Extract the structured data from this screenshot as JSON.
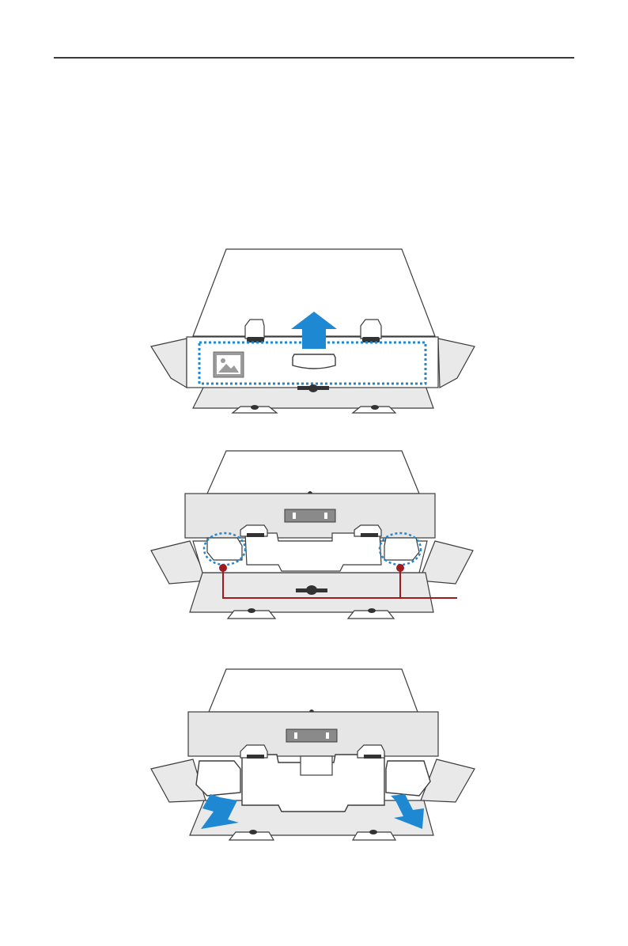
{
  "page": {
    "background": "#ffffff",
    "rule_color": "#3a3a3a"
  },
  "colors": {
    "outline": "#3c3c3c",
    "box_fill": "#ffffff",
    "box_shade": "#e6e6e6",
    "box_front": "#ececec",
    "accent_blue": "#1e88d2",
    "accent_red": "#9e1b1f",
    "label_gray": "#8a8a8a"
  },
  "steps": [
    {
      "icon": "arrow-up-icon",
      "highlight": "front-panel-dotted-outline"
    },
    {
      "icon": "circle-highlight-icon",
      "callout": "red-leader-lines"
    },
    {
      "icon": "arrow-out-icon",
      "motion": "pull-foam-forward"
    }
  ]
}
